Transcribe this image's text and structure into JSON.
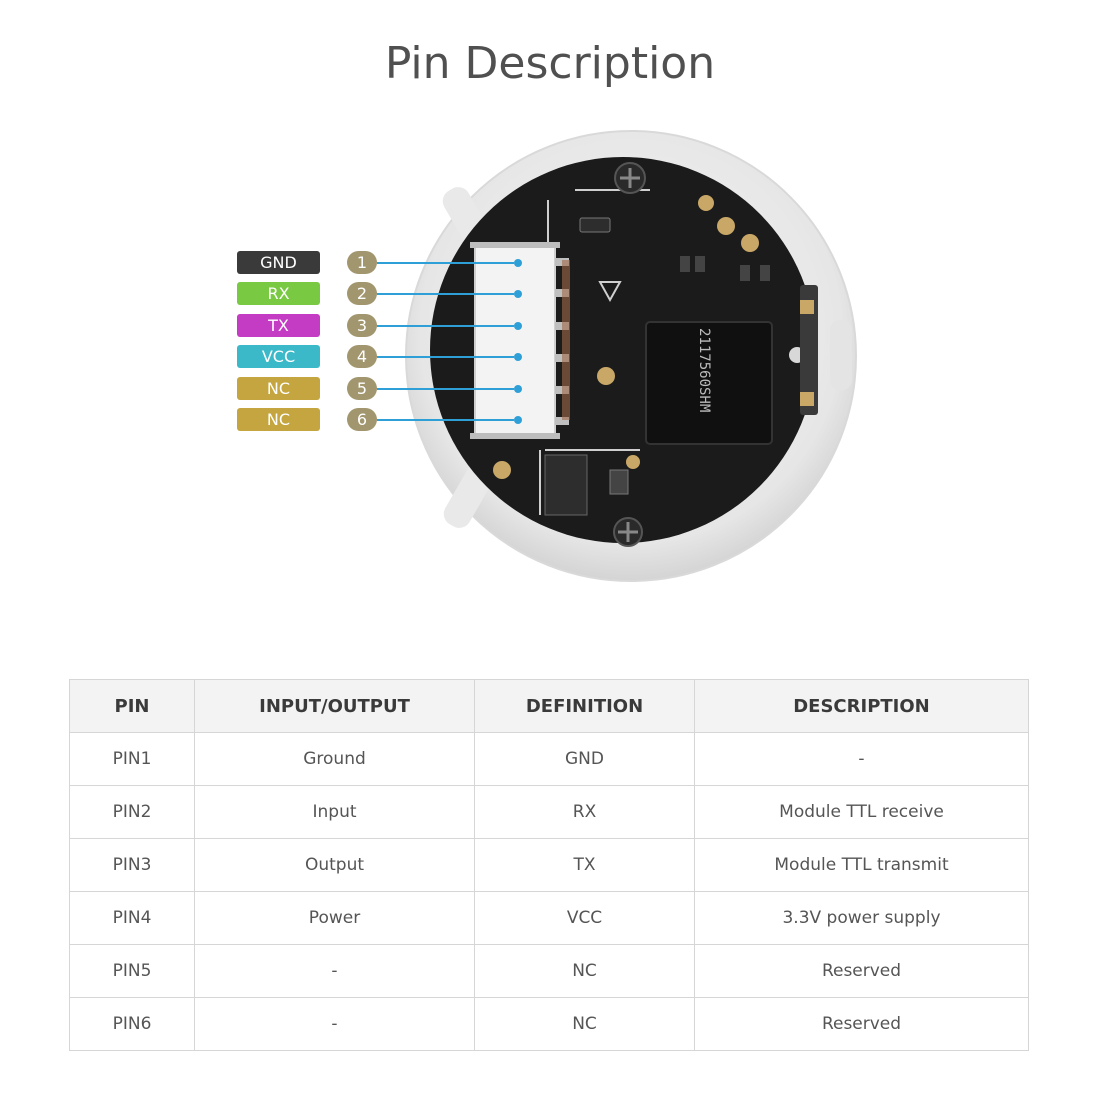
{
  "title": "Pin Description",
  "diagram": {
    "chip_marking": "2117560SHM",
    "pins": [
      {
        "number": "1",
        "label": "GND",
        "color": "#3a3a3a"
      },
      {
        "number": "2",
        "label": "RX",
        "color": "#7ac943"
      },
      {
        "number": "3",
        "label": "TX",
        "color": "#c43cc4"
      },
      {
        "number": "4",
        "label": "VCC",
        "color": "#3cb9c9"
      },
      {
        "number": "5",
        "label": "NC",
        "color": "#c4a540"
      },
      {
        "number": "6",
        "label": "NC",
        "color": "#c4a540"
      }
    ],
    "line_color": "#2f9fd8",
    "number_badge_color": "#a2966f"
  },
  "table": {
    "headers": [
      "PIN",
      "INPUT/OUTPUT",
      "DEFINITION",
      "DESCRIPTION"
    ],
    "rows": [
      [
        "PIN1",
        "Ground",
        "GND",
        "-"
      ],
      [
        "PIN2",
        "Input",
        "RX",
        "Module TTL receive"
      ],
      [
        "PIN3",
        "Output",
        "TX",
        "Module TTL transmit"
      ],
      [
        "PIN4",
        "Power",
        "VCC",
        "3.3V power supply"
      ],
      [
        "PIN5",
        "-",
        "NC",
        "Reserved"
      ],
      [
        "PIN6",
        "-",
        "NC",
        "Reserved"
      ]
    ]
  }
}
